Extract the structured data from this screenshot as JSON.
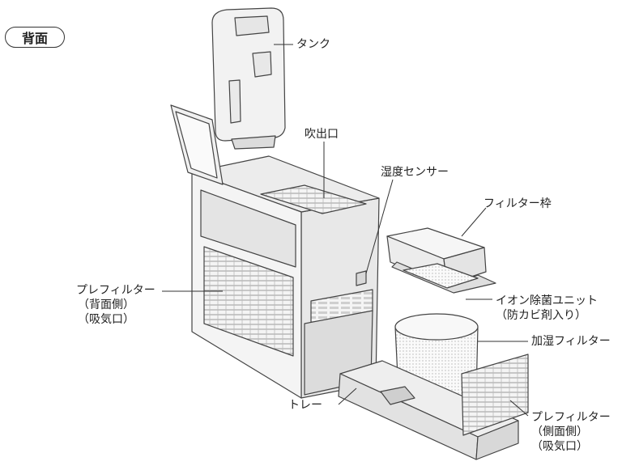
{
  "badge": "背面",
  "labels": {
    "tank": "タンク",
    "outlet": "吹出口",
    "humidity_sensor": "湿度センサー",
    "filter_frame": "フィルター枠",
    "ion_unit_line1": "イオン除菌ユニット",
    "ion_unit_line2": "（防カビ剤入り）",
    "humidify_filter": "加湿フィルター",
    "prefilter_back_line1": "プレフィルター",
    "prefilter_back_line2": "（背面側）",
    "prefilter_back_line3": "（吸気口）",
    "tray": "トレー",
    "prefilter_side_line1": "プレフィルター",
    "prefilter_side_line2": "（側面側）",
    "prefilter_side_line3": "（吸気口）"
  },
  "colors": {
    "line": "#444444",
    "body_fill": "#f2f2f2",
    "body_shade": "#e2e2e2",
    "leader": "#333333"
  }
}
